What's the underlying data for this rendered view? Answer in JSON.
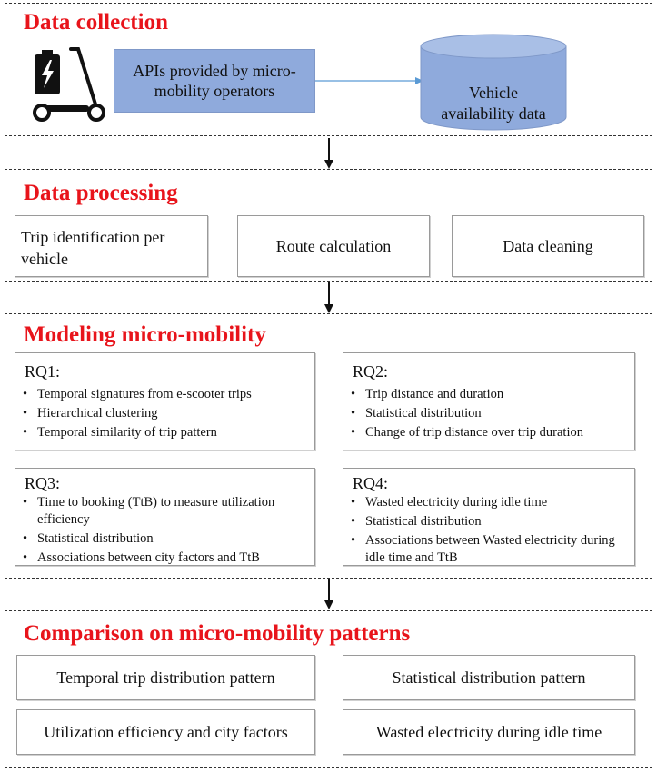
{
  "sections": {
    "collection": {
      "title": "Data collection"
    },
    "processing": {
      "title": "Data processing"
    },
    "modeling": {
      "title": "Modeling micro-mobility"
    },
    "comparison": {
      "title": "Comparison on micro-mobility patterns"
    }
  },
  "collection": {
    "api_label": "APIs provided by micro-mobility operators",
    "db_label_line1": "Vehicle",
    "db_label_line2": "availability data"
  },
  "processing": {
    "boxes": [
      "Trip identification per vehicle",
      "Route calculation",
      "Data cleaning"
    ]
  },
  "modeling": {
    "rq1": {
      "title": "RQ1:",
      "items": [
        "Temporal signatures from e-scooter trips",
        "Hierarchical clustering",
        "Temporal similarity of trip pattern"
      ]
    },
    "rq2": {
      "title": "RQ2:",
      "items": [
        "Trip distance and duration",
        "Statistical distribution",
        "Change of trip distance over trip duration"
      ]
    },
    "rq3": {
      "title": "RQ3:",
      "items": [
        "Time to booking (TtB) to measure utilization efficiency",
        "Statistical distribution",
        "Associations between city factors and TtB"
      ]
    },
    "rq4": {
      "title": "RQ4:",
      "items": [
        "Wasted electricity during idle time",
        "Statistical distribution",
        "Associations between Wasted electricity during idle time and TtB"
      ]
    }
  },
  "comparison": {
    "boxes": [
      "Temporal trip distribution pattern",
      "Statistical distribution pattern",
      "Utilization efficiency and city factors",
      "Wasted electricity during idle time"
    ]
  },
  "colors": {
    "title_red": "#e8141b",
    "api_box": "#8faadc",
    "db_fill": "#8faadc",
    "arrow_blue": "#5b9bd5"
  },
  "icons": [
    "e-scooter-icon",
    "lightning-icon",
    "database-cylinder-icon"
  ]
}
